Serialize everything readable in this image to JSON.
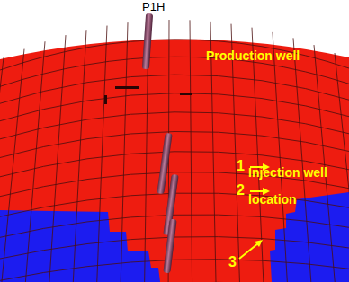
{
  "diagram": {
    "labels": [
      "P1H",
      "Production well",
      "1",
      "2",
      "3",
      "Injection well location"
    ]
  }
}
